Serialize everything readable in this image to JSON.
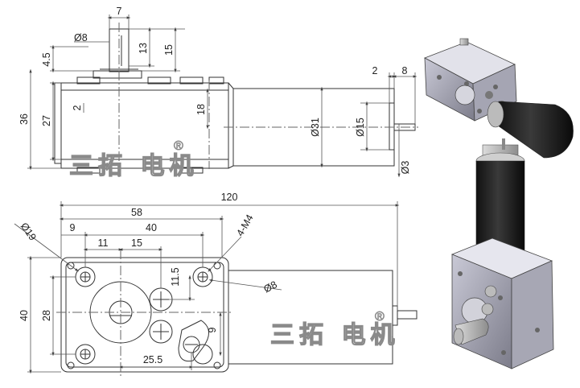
{
  "side_view": {
    "dims": {
      "shaft_offset": "7",
      "shaft_dia": "Ø8",
      "flat_len": "13",
      "shaft_len": "15",
      "mount_h": "4.5",
      "box_h": "36",
      "box_inner": "27",
      "gap": "2",
      "motor_center": "18",
      "motor_dia": "Ø31",
      "boss_dia": "Ø15",
      "out_shaft_dia": "Ø3",
      "boss_len": "2",
      "out_shaft_len": "8"
    }
  },
  "front_view": {
    "dims": {
      "total_len": "120",
      "box_len": "58",
      "hole_pitch": "40",
      "edge_offset": "9",
      "center_a": "11",
      "center_b": "15",
      "hole_dia": "Ø19",
      "thread_holes": "4-M4",
      "height": "40",
      "hole_span": "28",
      "offset_v": "11.5",
      "bottom_offset": "9",
      "slot_pitch": "25.5",
      "motor_shaft": "Ø8"
    }
  },
  "watermark": {
    "text": "三拓 电机",
    "reg_mark": "®"
  },
  "colors": {
    "line": "#333333",
    "dim": "#555555",
    "motor_body": "#1a1a1a",
    "gearbox": "#9a9aa8"
  }
}
